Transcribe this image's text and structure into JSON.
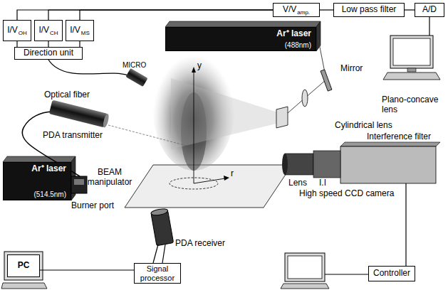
{
  "diagram": {
    "nodes": [
      {
        "text": [
          "I/V",
          "OH"
        ]
      },
      {
        "text": [
          "I/V",
          "CH"
        ]
      },
      {
        "text": [
          "I/V",
          "MS"
        ]
      },
      {
        "text": [
          "Direction unit"
        ]
      },
      {
        "text": [
          "V/V",
          "amp."
        ]
      },
      {
        "text": [
          "Low pass filter"
        ]
      },
      {
        "text": [
          "A/D"
        ]
      },
      {
        "text": [
          "Ar⁺ laser",
          "(488nm)"
        ]
      },
      {
        "text": [
          "Ar⁺ laser",
          "(514.5nm)"
        ]
      },
      {
        "text": [
          "PC"
        ]
      },
      {
        "text": [
          "Signal processor"
        ]
      },
      {
        "text": [
          "Controller"
        ]
      }
    ],
    "edges": [
      {
        "from": 0,
        "to": 3,
        "arrow": "none"
      },
      {
        "from": 1,
        "to": 3,
        "arrow": "none"
      },
      {
        "from": 2,
        "to": 3,
        "arrow": "none"
      },
      {
        "from": 0,
        "to": 4,
        "arrow": "none"
      },
      {
        "from": 1,
        "to": 4,
        "arrow": "none"
      },
      {
        "from": 2,
        "to": 4,
        "arrow": "none"
      },
      {
        "from": 4,
        "to": 5,
        "arrow": "none"
      },
      {
        "from": 5,
        "to": 6,
        "arrow": "none"
      },
      {
        "from": 10,
        "to": 9,
        "arrow": "none"
      }
    ],
    "labels": [
      "MICRO",
      "y",
      "r",
      "Mirror",
      "Plano-concave lens",
      "Cylindrical lens",
      "Interference filter",
      "Lens",
      "I.I",
      "High speed CCD camera",
      "Optical fiber",
      "PDA transmitter",
      "Burner port",
      "BEAM manipulator",
      "PDA receiver"
    ]
  }
}
